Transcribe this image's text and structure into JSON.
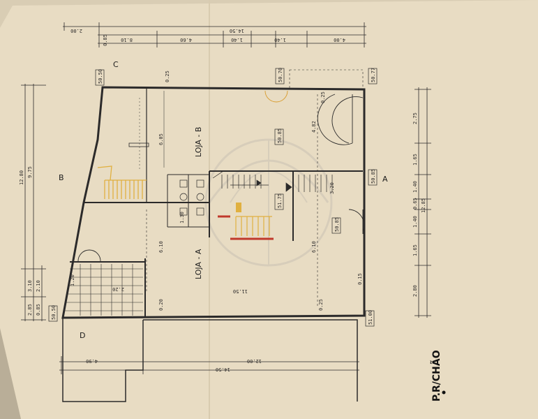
{
  "title": "P.R/CHÃO",
  "rooms": {
    "loja_a": "LOJA - A",
    "loja_b": "LOJA - B"
  },
  "section_marks": {
    "a": "A",
    "b": "B",
    "c": "C",
    "d": "D"
  },
  "elevations": {
    "e1": "50.50",
    "e2": "50.70",
    "e3": "50.77",
    "e4": "50.85",
    "e5": "50.85",
    "e6": "51.75",
    "e7": "50.85",
    "e8": "51.00",
    "e9": "50.50"
  },
  "top_dims": {
    "d1": "2.00",
    "d2": "14.50",
    "d3": "8.10",
    "d4": "4.60",
    "d5": "1.40",
    "d6": "1.40",
    "d7": "4.00",
    "d8": "0.85"
  },
  "left_dims": {
    "d1": "12.80",
    "d2": "9.75",
    "d3": "3.10",
    "d4": "2.10",
    "d5": "2.85",
    "d6": "0.85"
  },
  "right_dims": {
    "d1": "2.75",
    "d2": "1.65",
    "d3": "1.40",
    "d4": "0.65",
    "d5": "1.40",
    "d6": "1.65",
    "d7": "2.80",
    "d8": "12.85"
  },
  "bottom_dims": {
    "d1": "4.90",
    "d2": "12.00",
    "d3": "14.50"
  },
  "inner_dims": {
    "i1": "6.05",
    "i2": "4.82",
    "i3": "6.10",
    "i4": "6.10",
    "i5": "11.50",
    "i6": "0.25",
    "i7": "0.25",
    "i8": "0.20",
    "i9": "0.25",
    "i10": "1.30",
    "i11": "3.20",
    "i12": "0.15",
    "i13": "2.20",
    "i14": "1.20"
  },
  "colors": {
    "paper": "#e8dcc3",
    "ink": "#2b2a2a",
    "stair": "#e0b040",
    "red": "#c0392b"
  }
}
